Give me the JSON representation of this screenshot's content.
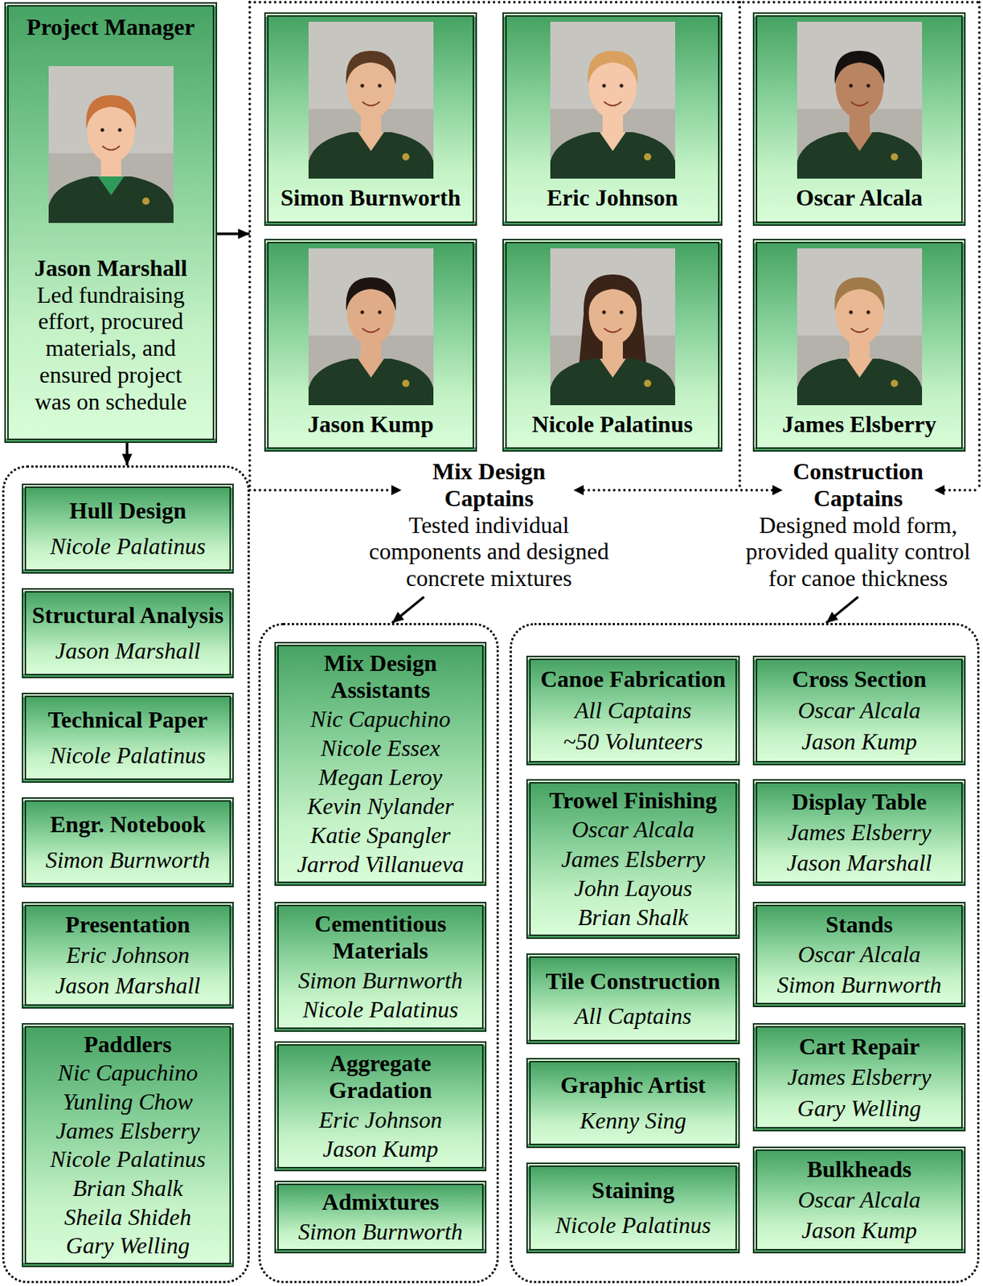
{
  "diagram": {
    "nodes": [
      {
        "text": [
          "Project Manager",
          "Jason Marshall",
          "Led fundraising effort, procured materials, and ensured project was on schedule"
        ]
      },
      {
        "text": []
      },
      {
        "text": [
          "Mix Design Captains",
          "Tested individual components and designed concrete mixtures"
        ],
        "in": 1
      },
      {
        "text": [
          "Simon Burnworth"
        ],
        "in": 2
      },
      {
        "text": [
          "Eric Johnson"
        ],
        "in": 2
      },
      {
        "text": [
          "Jason Kump"
        ],
        "in": 2
      },
      {
        "text": [
          "Nicole Palatinus"
        ],
        "in": 2
      },
      {
        "text": [
          "Construction Captains",
          "Designed mold form, provided quality control for canoe thickness"
        ],
        "in": 1
      },
      {
        "text": [
          "Oscar Alcala"
        ],
        "in": 7
      },
      {
        "text": [
          "James Elsberry"
        ],
        "in": 7
      },
      {
        "text": []
      },
      {
        "text": [
          "Hull Design",
          "Nicole Palatinus"
        ],
        "in": 10
      },
      {
        "text": [
          "Structural Analysis",
          "Jason Marshall"
        ],
        "in": 10
      },
      {
        "text": [
          "Technical Paper",
          "Nicole Palatinus"
        ],
        "in": 10
      },
      {
        "text": [
          "Engr. Notebook",
          "Simon Burnworth"
        ],
        "in": 10
      },
      {
        "text": [
          "Presentation",
          "Eric Johnson",
          "Jason Marshall"
        ],
        "in": 10
      },
      {
        "text": [
          "Paddlers",
          "Nic Capuchino",
          "Yunling Chow",
          "James Elsberry",
          "Nicole Palatinus",
          "Brian Shalk",
          "Sheila Shideh",
          "Gary Welling"
        ],
        "in": 10
      },
      {
        "text": []
      },
      {
        "text": [
          "Mix Design Assistants",
          "Nic Capuchino",
          "Nicole Essex",
          "Megan Leroy",
          "Kevin Nylander",
          "Katie Spangler",
          "Jarrod Villanueva"
        ],
        "in": 17
      },
      {
        "text": [
          "Cementitious Materials",
          "Simon Burnworth",
          "Nicole Palatinus"
        ],
        "in": 17
      },
      {
        "text": [
          "Aggregate Gradation",
          "Eric Johnson",
          "Jason Kump"
        ],
        "in": 17
      },
      {
        "text": [
          "Admixtures",
          "Simon Burnworth"
        ],
        "in": 17
      },
      {
        "text": []
      },
      {
        "text": [
          "Canoe Fabrication",
          "All Captains",
          "~50 Volunteers"
        ],
        "in": 22
      },
      {
        "text": [
          "Cross Section",
          "Oscar Alcala",
          "Jason Kump"
        ],
        "in": 22
      },
      {
        "text": [
          "Trowel Finishing",
          "Oscar Alcala",
          "James Elsberry",
          "John Layous",
          "Brian Shalk"
        ],
        "in": 22
      },
      {
        "text": [
          "Display Table",
          "James Elsberry",
          "Jason Marshall"
        ],
        "in": 22
      },
      {
        "text": [
          "Tile Construction",
          "All Captains"
        ],
        "in": 22
      },
      {
        "text": [
          "Stands",
          "Oscar Alcala",
          "Simon Burnworth"
        ],
        "in": 22
      },
      {
        "text": [
          "Graphic Artist",
          "Kenny Sing"
        ],
        "in": 22
      },
      {
        "text": [
          "Cart Repair",
          "James Elsberry",
          "Gary Welling"
        ],
        "in": 22
      },
      {
        "text": [
          "Staining",
          "Nicole Palatinus"
        ],
        "in": 22
      },
      {
        "text": [
          "Bulkheads",
          "Oscar Alcala",
          "Jason Kump"
        ],
        "in": 22
      }
    ],
    "edges": [
      {
        "from": 0,
        "to": 1,
        "arrow": "to"
      },
      {
        "from": 0,
        "to": 10,
        "arrow": "to"
      },
      {
        "from": 2,
        "to": 17,
        "arrow": "to"
      },
      {
        "from": 7,
        "to": 22,
        "arrow": "to"
      }
    ]
  }
}
